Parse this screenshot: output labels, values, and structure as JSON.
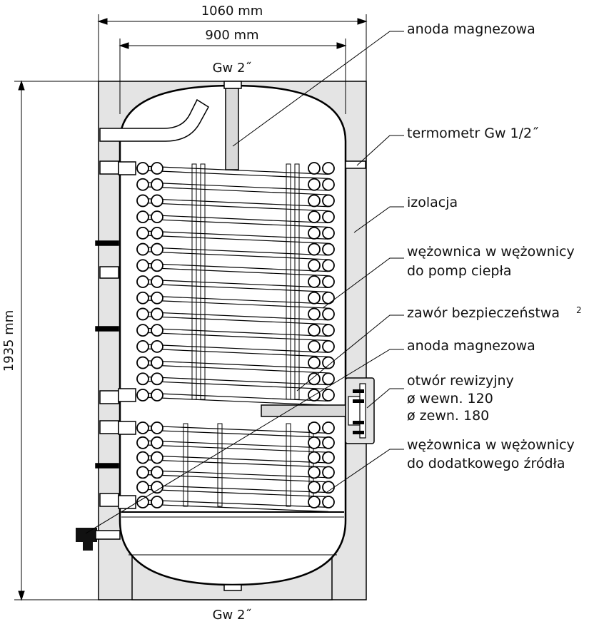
{
  "dimensions": {
    "outer_width": "1060 mm",
    "inner_width": "900 mm",
    "height": "1935 mm",
    "top_connection": "Gw 2˝",
    "bottom_connection": "Gw 2˝"
  },
  "labels": {
    "anode_top": "anoda magnezowa",
    "thermometer": "termometr Gw 1/2˝",
    "insulation": "izolacja",
    "coil_upper_line1": "wężownica w wężownicy",
    "coil_upper_line2": "do pomp ciepła",
    "safety_valve": "zawór bezpieczeństwa",
    "safety_valve_note": "2",
    "anode_middle": "anoda magnezowa",
    "inspection_line1": "otwór rewizyjny",
    "inspection_line2": "ø wewn. 120",
    "inspection_line3": "ø zewn. 180",
    "coil_lower_line1": "wężownica w wężownicy",
    "coil_lower_line2": "do dodatkowego źródła"
  },
  "colors": {
    "insulation": "#e4e4e4",
    "tank": "#ffffff",
    "line": "#000000",
    "anode": "#d9d9d9",
    "valve": "#111111"
  }
}
